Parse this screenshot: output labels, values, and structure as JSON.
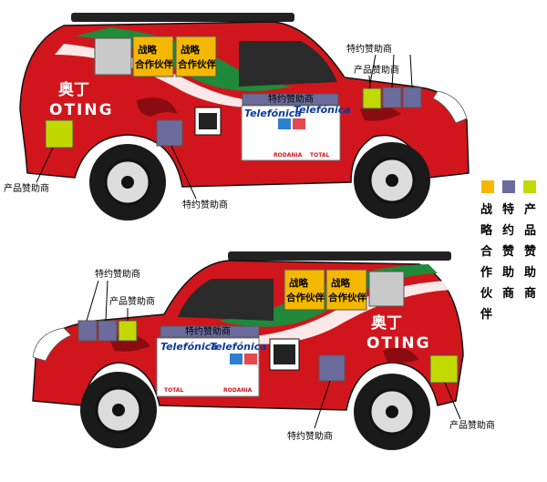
{
  "labels": {
    "strategic": "战略合作伙伴",
    "strategic_l1": "战略",
    "strategic_l2": "合作伙伴",
    "special": "特约赞助商",
    "product": "产品赞助商",
    "brand_cn": "奥丁",
    "brand_en": "OTING"
  },
  "legend": [
    {
      "color": "#f4b800",
      "text": [
        "战",
        "略",
        "合",
        "作",
        "伙",
        "伴"
      ]
    },
    {
      "color": "#6b6b9e",
      "text": [
        "特",
        "约",
        "赞",
        "助",
        "商"
      ]
    },
    {
      "color": "#c2d900",
      "text": [
        "产",
        "品",
        "赞",
        "助",
        "商"
      ]
    }
  ],
  "logos": {
    "telefonica": "Telefónica",
    "total": "TOTAL",
    "rodania": "RODANIA"
  },
  "colors": {
    "body_red": "#d0161c",
    "green": "#1f8a3a",
    "gray_box": "#c9c9c9",
    "strategic": "#f4b800",
    "special": "#6b6b9e",
    "product": "#c2d900"
  }
}
